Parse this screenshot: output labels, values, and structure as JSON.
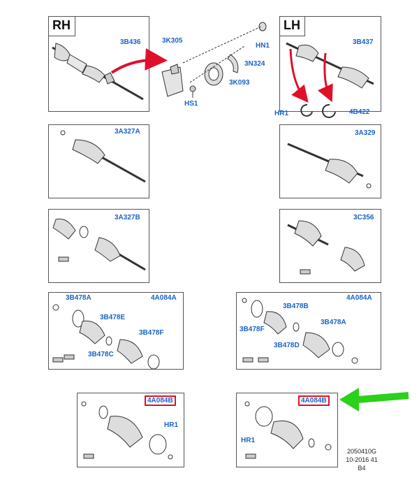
{
  "sides": {
    "rh": "RH",
    "lh": "LH"
  },
  "labels": {
    "rh_shaft": "3B436",
    "bracket": "3K305",
    "hn1": "HN1",
    "n324": "3N324",
    "bearing": "3K093",
    "hs1": "HS1",
    "lh_shaft": "3B437",
    "hr1_top": "HR1",
    "b422": "4B422",
    "rh_outer": "3A327A",
    "lh_outer": "3A329",
    "rh_inner": "3A327B",
    "lh_inner": "3C356",
    "rh_kit_a": "3B478A",
    "rh_kit_num": "4A084A",
    "rh_kit_e": "3B478E",
    "rh_kit_f": "3B478F",
    "rh_kit_c": "3B478C",
    "lh_kit_num": "4A084A",
    "lh_kit_b": "3B478B",
    "lh_kit_f": "3B478F",
    "lh_kit_a": "3B478A",
    "lh_kit_d": "3B478D",
    "rh_boot_kit": "4A084B",
    "rh_boot_hr1": "HR1",
    "lh_boot_kit": "4A084B",
    "lh_boot_hr1": "HR1"
  },
  "footer": {
    "line1": "2050410G",
    "line2": "10-2016 41",
    "line3": "B4"
  },
  "colors": {
    "label": "#1a63c9",
    "highlight": "#e0102a",
    "pointer": "#2bd11a",
    "arrow": "#e0102a"
  }
}
